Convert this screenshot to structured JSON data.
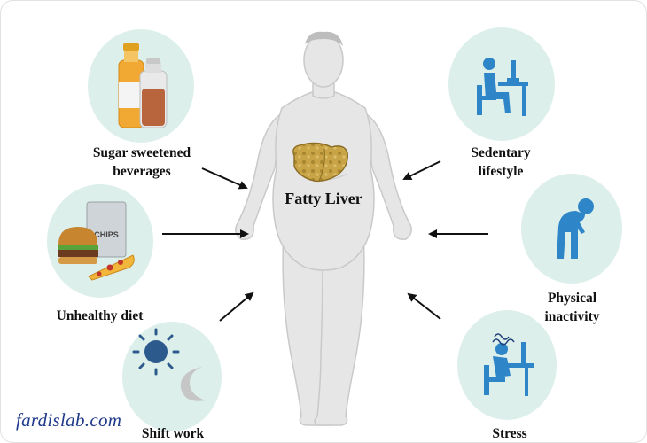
{
  "center": {
    "label": "Fatty Liver"
  },
  "causes": {
    "sugar": {
      "line1": "Sugar sweetened",
      "line2": "beverages",
      "icon": "beverage-bottles-icon"
    },
    "diet": {
      "line1": "Unhealthy diet",
      "icon": "junk-food-icon"
    },
    "shift": {
      "line1": "Shift work",
      "icon": "sun-moon-icon"
    },
    "sedentary": {
      "line1": "Sedentary",
      "line2": "lifestyle",
      "icon": "desk-worker-icon"
    },
    "physical": {
      "line1": "Physical",
      "line2": "inactivity",
      "icon": "slouched-person-icon"
    },
    "stress": {
      "line1": "Stress",
      "icon": "stressed-worker-icon"
    }
  },
  "food": {
    "chips_text": "CHIPS"
  },
  "watermark": "fardislab.com",
  "colors": {
    "circle": "#dcefeb",
    "body": "#e6e6e6",
    "body_outline": "#c9c9c9",
    "liver": "#c9a447",
    "person_icon": "#2e86c8",
    "arrow": "#111111",
    "watermark": "#1f3a8a"
  }
}
